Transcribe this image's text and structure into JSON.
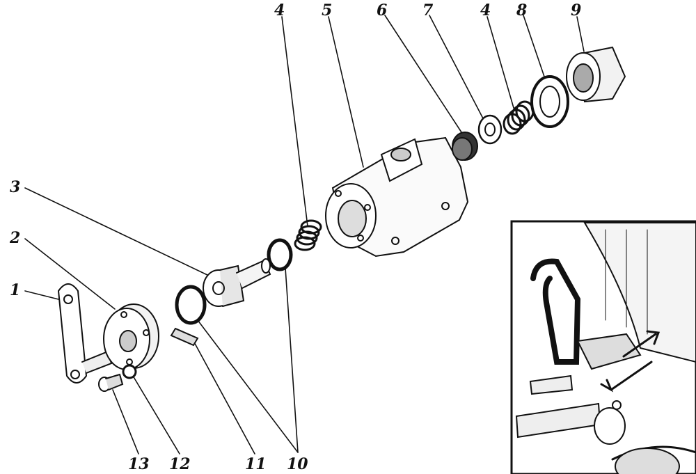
{
  "callouts": {
    "c1": "1",
    "c2": "2",
    "c3": "3",
    "c4a": "4",
    "c4b": "4",
    "c5": "5",
    "c6": "6",
    "c7": "7",
    "c8": "8",
    "c9": "9",
    "c10": "10",
    "c11": "11",
    "c12": "12",
    "c13": "13"
  },
  "colors": {
    "ink": "#111111",
    "paper": "#ffffff",
    "shade": "#d9d9d9"
  }
}
